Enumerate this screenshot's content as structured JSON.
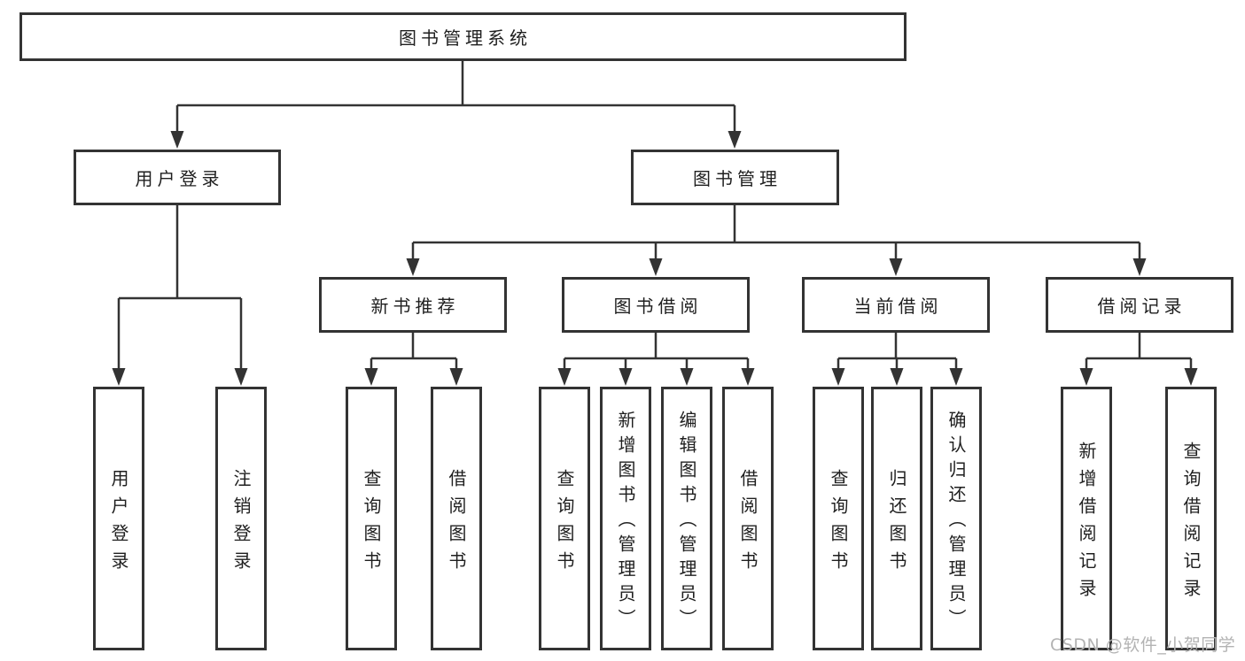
{
  "diagram": {
    "type": "tree",
    "title": "图书管理系统",
    "children": [
      {
        "label": "用户登录",
        "children": [
          {
            "label": "用户登录"
          },
          {
            "label": "注销登录"
          }
        ]
      },
      {
        "label": "图书管理",
        "children": [
          {
            "label": "新书推荐",
            "children": [
              {
                "label": "查询图书"
              },
              {
                "label": "借阅图书"
              }
            ]
          },
          {
            "label": "图书借阅",
            "children": [
              {
                "label": "查询图书"
              },
              {
                "label": "新增图书（管理员）"
              },
              {
                "label": "编辑图书（管理员）"
              },
              {
                "label": "借阅图书"
              }
            ]
          },
          {
            "label": "当前借阅",
            "children": [
              {
                "label": "查询图书"
              },
              {
                "label": "归还图书"
              },
              {
                "label": "确认归还（管理员）"
              }
            ]
          },
          {
            "label": "借阅记录",
            "children": [
              {
                "label": "新增借阅记录"
              },
              {
                "label": "查询借阅记录"
              }
            ]
          }
        ]
      }
    ]
  },
  "watermark": {
    "text": "CSDN @软件_小贺同学",
    "color": "#b3b3b3"
  },
  "colors": {
    "box_border": "#333333",
    "connector": "#333333",
    "text": "#1f1f1f",
    "background": "#ffffff"
  }
}
